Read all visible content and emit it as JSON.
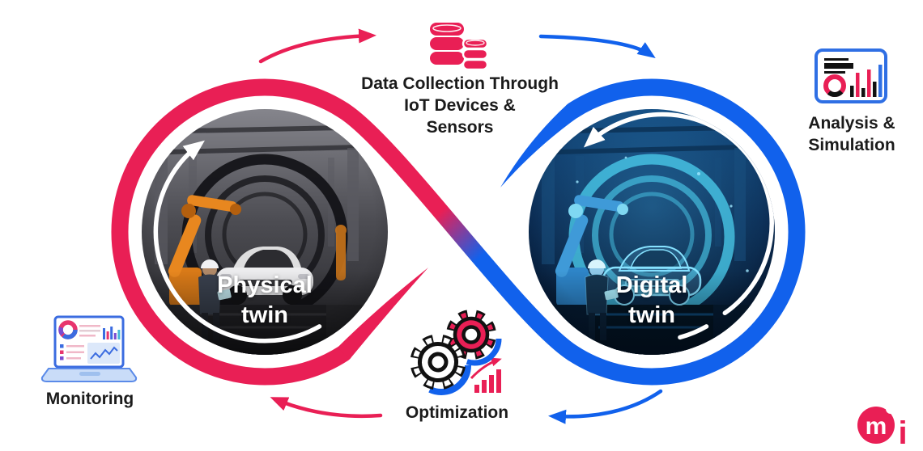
{
  "colors": {
    "accent_pink": "#E91F55",
    "accent_blue": "#1161EC",
    "text_dark": "#1b1b1b",
    "arrow_white": "#ffffff"
  },
  "nodes": {
    "data_collection": {
      "icon": "database-icon",
      "lines": [
        "Data Collection Through",
        "IoT Devices &",
        "Sensors"
      ]
    },
    "analysis": {
      "icon": "analytics-dashboard-icon",
      "lines": [
        "Analysis &",
        "Simulation"
      ]
    },
    "monitoring": {
      "icon": "laptop-dashboard-icon",
      "label": "Monitoring"
    },
    "optimization": {
      "icon": "gears-icon",
      "label": "Optimization"
    }
  },
  "twins": {
    "physical": {
      "lines": [
        "Physical",
        "twin"
      ]
    },
    "digital": {
      "lines": [
        "Digital",
        "twin"
      ]
    }
  },
  "logo": {
    "m": "m",
    "i": "i"
  }
}
